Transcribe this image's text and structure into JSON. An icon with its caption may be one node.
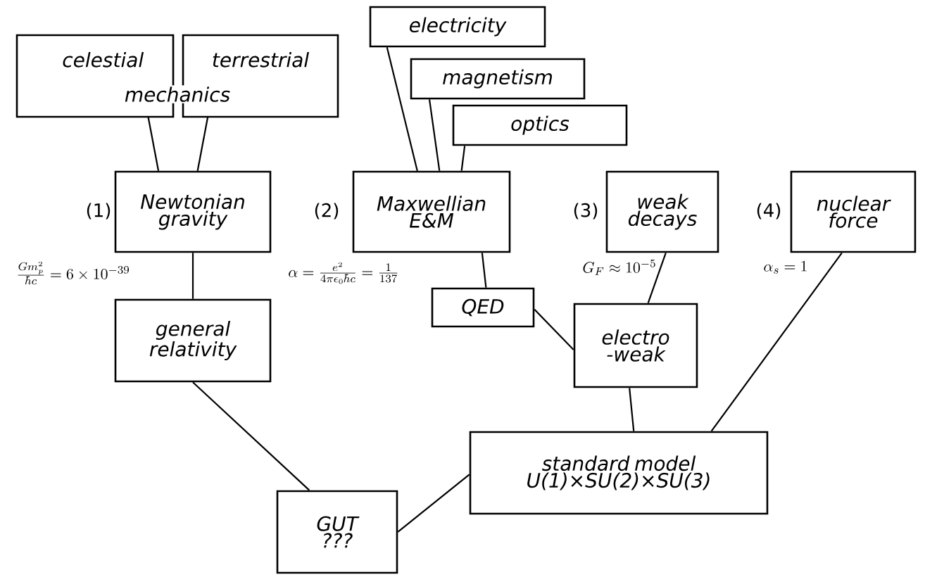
{
  "diagram": {
    "nodes": [
      {
        "text": [
          "celestial"
        ]
      },
      {
        "text": [
          "terrestrial"
        ]
      },
      {
        "text": [
          "electricity"
        ]
      },
      {
        "text": [
          "magnetism"
        ]
      },
      {
        "text": [
          "optics"
        ]
      },
      {
        "text": [
          "Newtonian gravity"
        ]
      },
      {
        "text": [
          "Maxwellian E&M"
        ]
      },
      {
        "text": [
          "weak decays"
        ]
      },
      {
        "text": [
          "nuclear force"
        ]
      },
      {
        "text": [
          "general relativity"
        ]
      },
      {
        "text": [
          "QED"
        ]
      },
      {
        "text": [
          "electro -weak"
        ]
      },
      {
        "text": [
          "standard model U(1)×SU(2)×SU(3)"
        ]
      },
      {
        "text": [
          "GUT ???"
        ]
      }
    ],
    "edges": [
      {
        "from": 0,
        "to": 5,
        "arrow": "none"
      },
      {
        "from": 1,
        "to": 5,
        "arrow": "none"
      },
      {
        "from": 2,
        "to": 6,
        "arrow": "none"
      },
      {
        "from": 3,
        "to": 6,
        "arrow": "none"
      },
      {
        "from": 4,
        "to": 6,
        "arrow": "none"
      },
      {
        "from": 5,
        "to": 9,
        "arrow": "none"
      },
      {
        "from": 6,
        "to": 10,
        "arrow": "none"
      },
      {
        "from": 10,
        "to": 11,
        "arrow": "none"
      },
      {
        "from": 7,
        "to": 11,
        "arrow": "none"
      },
      {
        "from": 11,
        "to": 12,
        "arrow": "none"
      },
      {
        "from": 8,
        "to": 12,
        "arrow": "none"
      },
      {
        "from": 9,
        "to": 13,
        "arrow": "none"
      },
      {
        "from": 12,
        "to": 13,
        "arrow": "none"
      }
    ],
    "labels": [
      "mechanics",
      "(1)",
      "(2)",
      "(3)",
      "(4)",
      "\\frac{Gm_p^2}{\\hbar c} = 6\\times 10^{-39}",
      "\\alpha = \\frac{e^2}{4\\pi\\epsilon_0\\hbar c} = \\frac{1}{137}",
      "G_F \\approx 10^{-5}",
      "\\alpha_s = 1"
    ]
  }
}
